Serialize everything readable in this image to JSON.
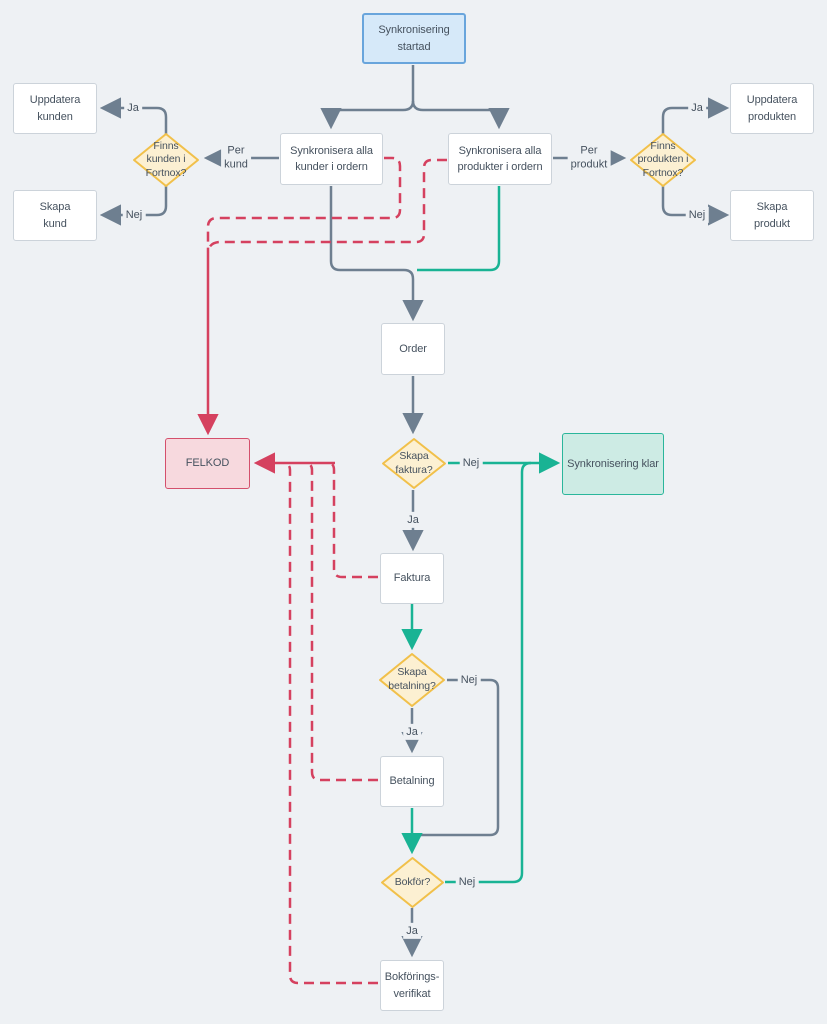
{
  "colors": {
    "background": "#eef1f4",
    "line_gray": "#6e7f90",
    "line_teal": "#19b394",
    "line_red": "#d5415f",
    "box_fill": "#ffffff",
    "box_border": "#ccd3da",
    "text": "#46525f",
    "start_fill": "#d6e9f9",
    "start_border": "#69a5dc",
    "diamond_fill": "#fcf0d2",
    "diamond_border": "#f1c04a",
    "error_fill": "#f7d9de",
    "error_border": "#d4506c",
    "done_fill": "#cdebe4",
    "done_border": "#2ab69b"
  },
  "nodes": {
    "start": {
      "l1": "Synkronisering",
      "l2": "startad"
    },
    "uppdatera_kunden": {
      "l1": "Uppdatera",
      "l2": "kunden"
    },
    "finns_kunden": {
      "l1": "Finns",
      "l2": "kunden i",
      "l3": "Fortnox?"
    },
    "skapa_kund": {
      "l1": "Skapa",
      "l2": "kund"
    },
    "sync_kunder": {
      "l1": "Synkronisera alla",
      "l2": "kunder i ordern"
    },
    "sync_produkter": {
      "l1": "Synkronisera alla",
      "l2": "produkter i ordern"
    },
    "finns_produkten": {
      "l1": "Finns",
      "l2": "produkten i",
      "l3": "Fortnox?"
    },
    "uppdatera_produkten": {
      "l1": "Uppdatera",
      "l2": "produkten"
    },
    "skapa_produkt": {
      "l1": "Skapa",
      "l2": "produkt"
    },
    "order": {
      "l1": "Order"
    },
    "felkod": {
      "l1": "FELKOD"
    },
    "skapa_faktura": {
      "l1": "Skapa",
      "l2": "faktura?"
    },
    "sync_klar": {
      "l1": "Synkronisering klar"
    },
    "faktura": {
      "l1": "Faktura"
    },
    "skapa_betalning": {
      "l1": "Skapa",
      "l2": "betalning?"
    },
    "betalning": {
      "l1": "Betalning"
    },
    "bokfor": {
      "l1": "Bokför?"
    },
    "verifikat": {
      "l1": "Bokförings-",
      "l2": "verifikat"
    }
  },
  "edge_labels": {
    "kund_ja": "Ja",
    "kund_nej": "Nej",
    "per_kund_1": "Per",
    "per_kund_2": "kund",
    "produkt_ja": "Ja",
    "produkt_nej": "Nej",
    "per_produkt_1": "Per",
    "per_produkt_2": "produkt",
    "faktura_ja": "Ja",
    "faktura_nej": "Nej",
    "betalning_ja": "Ja",
    "betalning_nej": "Nej",
    "bokfor_ja": "Ja",
    "bokfor_nej": "Nej"
  }
}
